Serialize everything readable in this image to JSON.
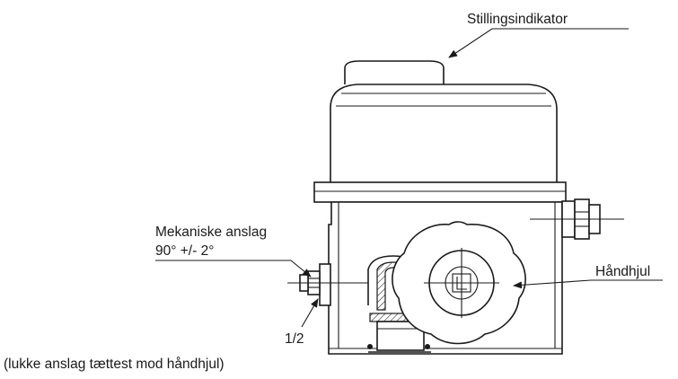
{
  "labels": {
    "position_indicator": "Stillingsindikator",
    "mechanical_stop_line1": "Mekaniske anslag",
    "mechanical_stop_line2": "90° +/- 2°",
    "handwheel": "Håndhjul",
    "fraction": "1/2",
    "close_stop_note": "(lukke anslag tættest mod håndhjul)"
  },
  "colors": {
    "line": "#1a1a1a",
    "background": "#ffffff"
  }
}
